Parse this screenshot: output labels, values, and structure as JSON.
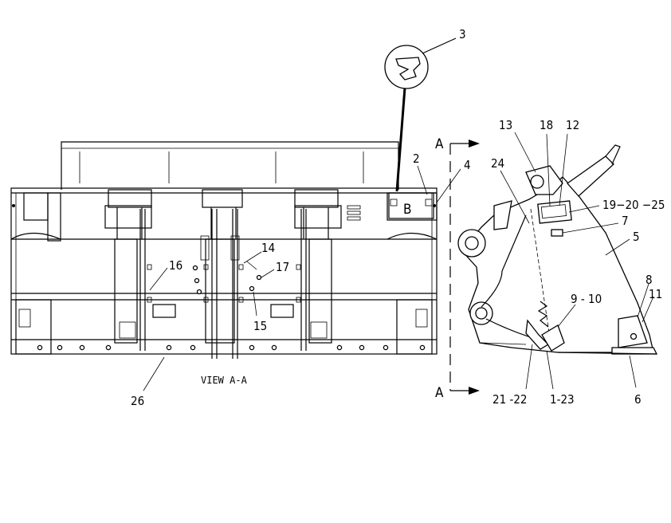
{
  "callouts": {
    "c3": "3",
    "c2": "2",
    "c4": "4",
    "c13": "13",
    "c18": "18",
    "c12": "12",
    "c24": "24",
    "c19": "19−20 −25",
    "c7": "7",
    "c5": "5",
    "c14": "14",
    "c16": "16",
    "c17": "17",
    "c15": "15",
    "c8": "8",
    "c11": "11",
    "c9": "9 - 10",
    "c21": "21 -22",
    "c1": "1-23",
    "c6": "6",
    "c26": "26"
  },
  "section_letters": {
    "top": "A",
    "bottom": "A",
    "detail": "B"
  },
  "view_caption": "VIEW A-A"
}
